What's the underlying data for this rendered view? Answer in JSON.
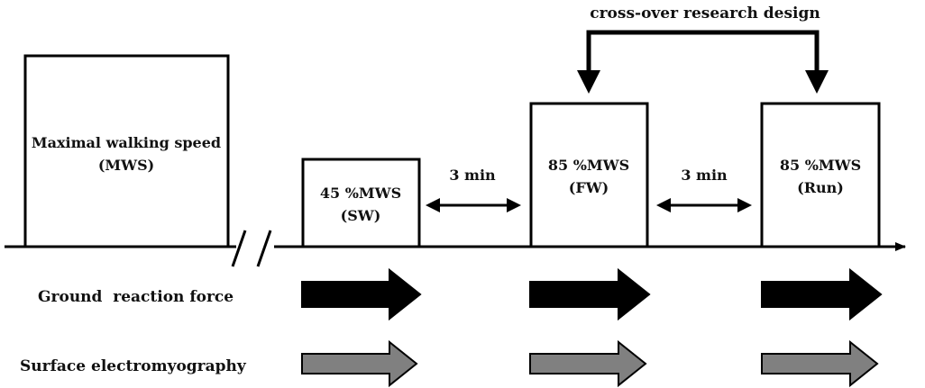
{
  "design_label": "cross-over research design",
  "mws_box": {
    "line1": "Maximal walking speed",
    "line2": "(MWS)"
  },
  "sw_box": {
    "line1": "45 %MWS",
    "line2": "(SW)"
  },
  "fw_box": {
    "line1": "85 %MWS",
    "line2": "(FW)"
  },
  "run_box": {
    "line1": "85 %MWS",
    "line2": "(Run)"
  },
  "rest_1": "3 min",
  "rest_2": "3 min",
  "measures": {
    "grf_label": "Ground  reaction force",
    "emg_label": "Surface electromyography"
  },
  "colors": {
    "line": "#000000",
    "grf_arrow": "#000000",
    "emg_arrow": "#808080"
  }
}
